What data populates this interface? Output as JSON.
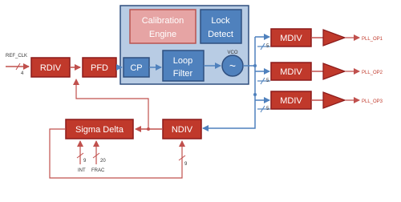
{
  "blocks": {
    "calibration_engine": [
      "Calibration",
      "Engine"
    ],
    "lock_detect": [
      "Lock",
      "Detect"
    ],
    "cp": "CP",
    "loop_filter": [
      "Loop",
      "Filter"
    ],
    "vco_label": "VCO",
    "vco_symbol": "~",
    "rdiv": "RDIV",
    "pfd": "PFD",
    "mdiv_1": "MDIV",
    "mdiv_2": "MDIV",
    "mdiv_3": "MDIV",
    "sigma_delta": "Sigma Delta",
    "ndiv": "NDIV"
  },
  "signals": {
    "ref_clk": "REF_CLK",
    "pll_op1": "PLL_OP1",
    "pll_op2": "PLL_OP2",
    "pll_op3": "PLL_OP3",
    "int_label": "INT",
    "frac_label": "FRAC"
  },
  "bus_widths": {
    "ref_clk": "4",
    "mdiv_1": "5",
    "mdiv_2": "5",
    "mdiv_3": "5",
    "int": "9",
    "frac": "20",
    "ndiv": "9"
  },
  "colors": {
    "red_block": "#c0392b",
    "red_border": "#8b1a1a",
    "red_wire": "#c0504d",
    "blue_block": "#4f81bd",
    "blue_border": "#2f4f7f",
    "blue_panel": "#b8cce4",
    "calibration_fill": "#e6a4a4",
    "calibration_border": "#b85450"
  }
}
